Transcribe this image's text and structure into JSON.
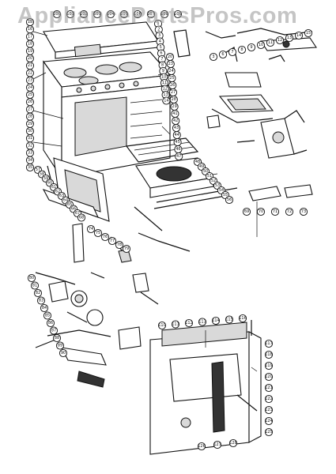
{
  "watermark": "AppliancePartsPros.com",
  "callouts": {
    "top_row": [
      "100",
      "101",
      "102",
      "103",
      "104",
      "105",
      "106",
      "107",
      "108",
      "109"
    ],
    "left_column": [
      "15",
      "16",
      "17",
      "18",
      "19",
      "20",
      "21",
      "22",
      "23",
      "24",
      "25",
      "26",
      "27",
      "28",
      "29",
      "30",
      "31",
      "32",
      "33",
      "34",
      "35"
    ],
    "stove_right": [
      "1",
      "2",
      "3",
      "4",
      "5",
      "6",
      "7",
      "8",
      "9",
      "10",
      "11",
      "12",
      "13",
      "14"
    ],
    "oven_right": [
      "20",
      "23",
      "24",
      "25",
      "26",
      "27",
      "28",
      "29",
      "41",
      "42",
      "43",
      "44",
      "45",
      "46",
      "47"
    ],
    "top_right_parts": [
      "3",
      "6",
      "7",
      "8",
      "9",
      "10",
      "11",
      "12",
      "13",
      "14",
      "15"
    ],
    "broiler": [
      "48",
      "49",
      "50",
      "51",
      "52",
      "53",
      "54",
      "55",
      "56"
    ],
    "right_brackets": [
      "69",
      "70",
      "71",
      "72",
      "73"
    ],
    "door_parts": [
      "57",
      "58",
      "59",
      "60",
      "61",
      "62",
      "63",
      "64",
      "65",
      "66",
      "67",
      "68"
    ],
    "lower_left": [
      "80",
      "81",
      "82",
      "83",
      "84",
      "85",
      "86",
      "87",
      "88",
      "89",
      "90"
    ],
    "middle_parts": [
      "74",
      "75",
      "76",
      "77",
      "78",
      "79"
    ],
    "cabinet_top": [
      "110",
      "111",
      "112",
      "113",
      "114",
      "115",
      "116"
    ],
    "cabinet_right": [
      "117",
      "118",
      "119",
      "120",
      "121",
      "122",
      "123",
      "124",
      "125"
    ],
    "cabinet_bottom": [
      "126",
      "127",
      "128"
    ]
  }
}
